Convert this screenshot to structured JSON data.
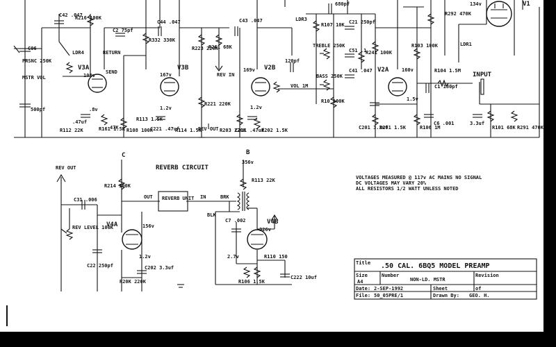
{
  "sections": {
    "reverb_circuit_title": "REVERB CIRCUIT",
    "input_label": "INPUT",
    "return_label": "RETURN",
    "send_label": "SEND",
    "rev_in": "REV IN",
    "rev_out_top": "REV OUT",
    "rev_out_left": "REV OUT",
    "rev_level": "REV LEVEL 100K",
    "reverb_unit": "REVERB UNIT",
    "node_c": "C",
    "node_b": "B",
    "b_voltage": "356v"
  },
  "tubes": [
    {
      "id": "V3A",
      "volt": "108v",
      "cath": ".8v"
    },
    {
      "id": "V3B",
      "volt": "167v",
      "cath": "1.2v"
    },
    {
      "id": "V2B",
      "volt": "169v",
      "cath": "1.2v"
    },
    {
      "id": "V2A",
      "volt": "160v",
      "cath": "1.5v"
    },
    {
      "id": "V1",
      "volt": "134v"
    },
    {
      "id": "V4A",
      "volt": "156v",
      "cath": "1.2v"
    },
    {
      "id": "V4B",
      "volt": "326v",
      "cath": "2.7v"
    }
  ],
  "components_top": [
    "C42 .047",
    "R216 100K",
    "LDR4",
    "R112 22K",
    "C2 75pf",
    "R332 330K",
    "C44 .047",
    "R223 220K",
    "R261 68K",
    "C43 .047",
    "R221 220K",
    "R203 220K",
    "C211 .47uf",
    "R202 1.5K",
    "680pf",
    "LDR3",
    "R107 10K",
    "C21 250pf",
    "TREBLE 250K",
    "C51 .1",
    "C41 .047",
    "BASS 250K",
    "R241 100K",
    "R10 100K",
    "VOL 1M",
    "120pf",
    "R103 100K",
    "R104 1.5M",
    "C1 180pf",
    "R292 470K",
    "LDR1",
    "R101 68K",
    "R201 1.5K",
    "C201 3.3uf",
    "R106 1M",
    "C6 .001",
    "R291 470K",
    "3.3uf",
    "R108 100K",
    "R114 1.5K",
    "R161 1.5K",
    "C221 .47uf",
    "R113 1.5K",
    ".47uf",
    "47K",
    "PRSNC 250K",
    "MSTR VOL",
    "500pf",
    "C06"
  ],
  "components_bottom": [
    "R214 100K",
    "C31 .006",
    "C22 250pf",
    "R20K 220K",
    "C202 3.3uf",
    "R113 22K",
    "BRK",
    "BLK",
    "C7 .002",
    "R106 1.5K",
    "R110 150",
    "C222 10uf"
  ],
  "out_label": "OUT",
  "in_label": "IN",
  "notes": [
    "VOLTAGES MEASURED @ 117v AC MAINS NO SIGNAL",
    "DC VOLTAGES MAY VARY 20%",
    "ALL RESISTORS 1/2 WATT UNLESS NOTED"
  ],
  "title_block": {
    "title_label": "Title",
    "title_value": ".50 CAL. 6BQ5 MODEL  PREAMP",
    "size_label": "Size",
    "size_value": "A4",
    "number_label": "Number",
    "number_value": "NON-LD. MSTR",
    "revision_label": "Revision",
    "date_label": "Date:",
    "date_value": "2-SEP-1992",
    "sheet_label": "Sheet",
    "sheet_of": "of",
    "file_label": "File:",
    "file_value": "50_05PRE/1",
    "drawn_label": "Drawn By:",
    "drawn_value": "GEO. H."
  }
}
